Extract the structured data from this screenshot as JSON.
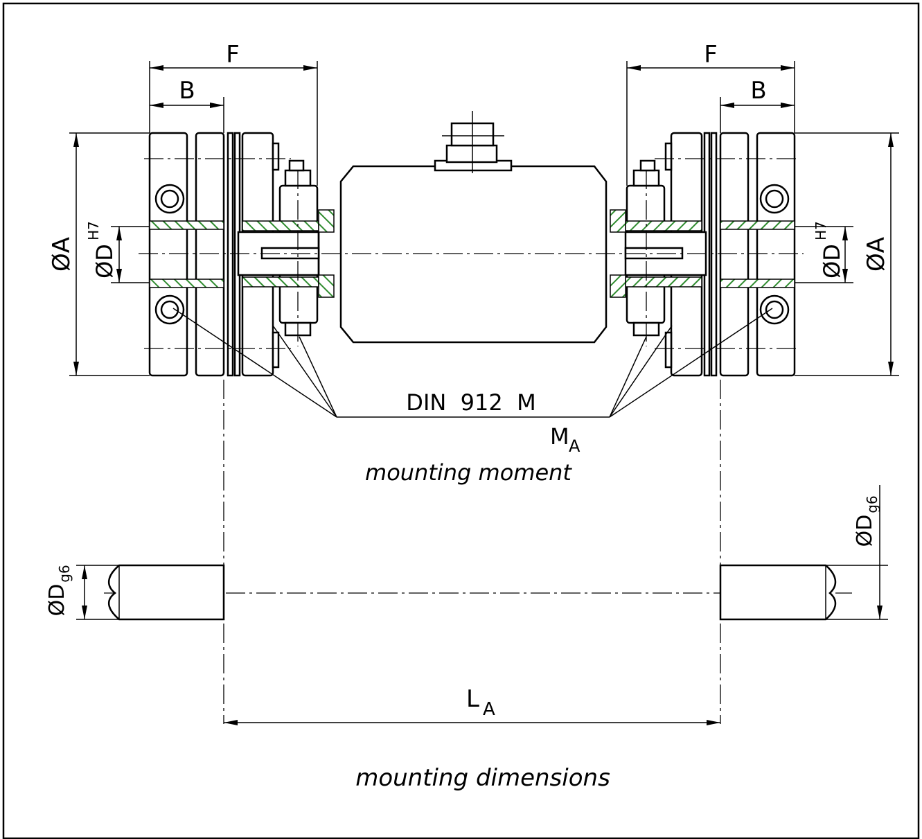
{
  "labels": {
    "f_left": "F",
    "f_right": "F",
    "b_left": "B",
    "b_right": "B",
    "dia_a_left": "ØA",
    "dia_a_right": "ØA",
    "dia_d_left": "ØD",
    "dia_d_left_tol": "H7",
    "dia_d_right": "ØD",
    "dia_d_right_tol": "H7",
    "screw": "DIN  912  M",
    "moment_symbol": "M",
    "moment_sub": "A",
    "moment_caption": "mounting moment",
    "shaft_left": "ØD",
    "shaft_left_tol": "g6",
    "shaft_right": "ØD",
    "shaft_right_tol": "g6",
    "la_symbol": "L",
    "la_sub": "A",
    "main_caption": "mounting dimensions"
  },
  "colors": {
    "line": "#000000",
    "hatch": "#2e8b2e",
    "background": "#ffffff"
  }
}
